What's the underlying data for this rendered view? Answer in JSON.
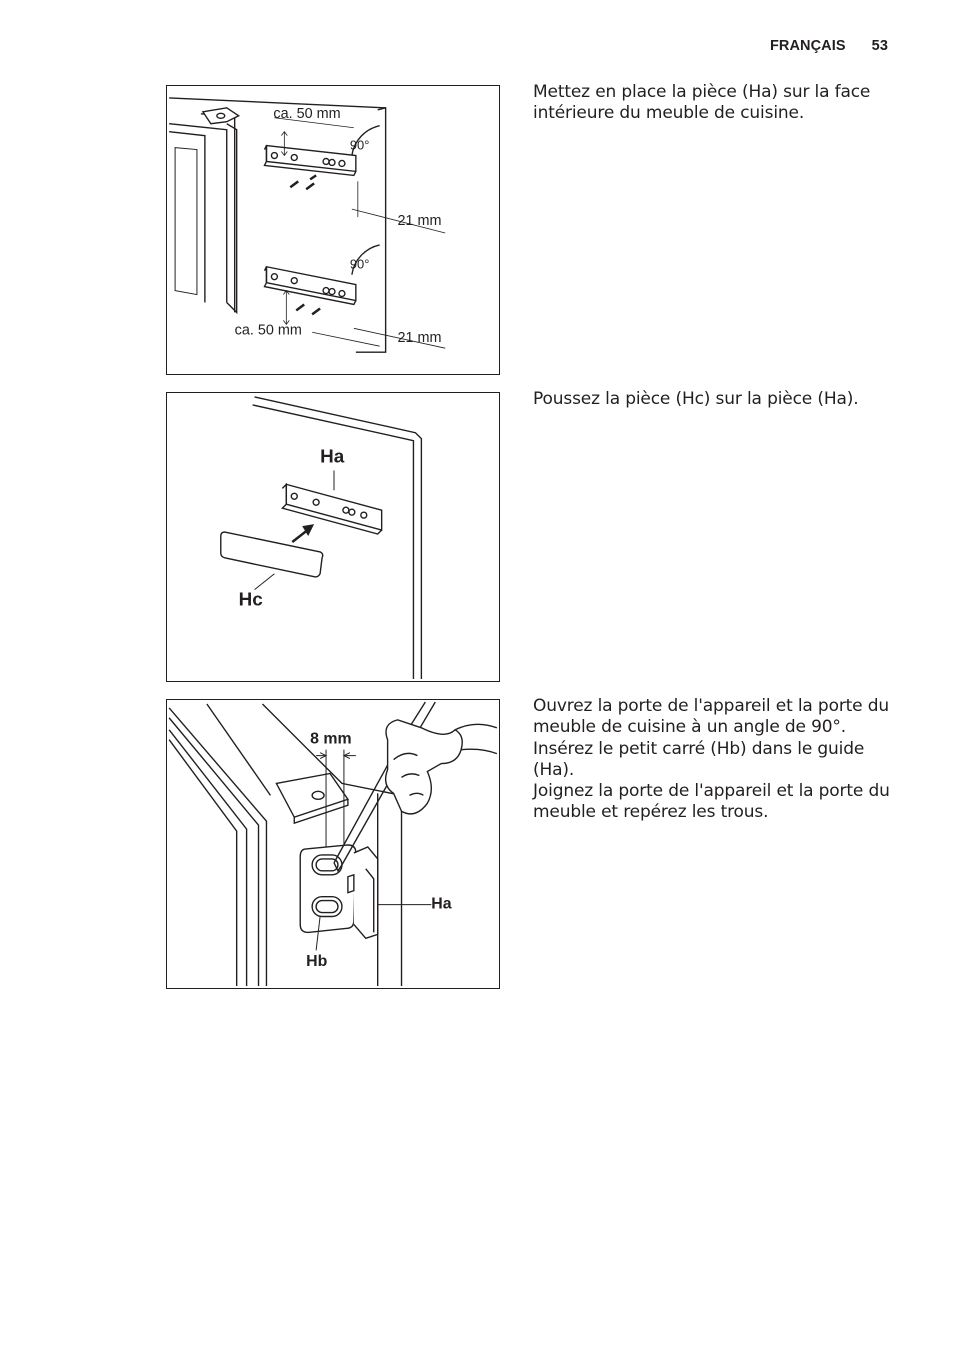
{
  "header": {
    "section": "FRANÇAIS",
    "page_number": "53"
  },
  "step1": {
    "text": "Mettez en place la pièce (Ha) sur la face intérieure du meuble de cuisine.",
    "labels": {
      "top_dim": "ca. 50 mm",
      "angle_top": "90°",
      "dim_top": "21 mm",
      "angle_bottom": "90°",
      "bottom_dim": "ca. 50 mm",
      "dim_bottom": "21 mm"
    }
  },
  "step2": {
    "text": "Poussez la pièce (Hc) sur la pièce (Ha).",
    "labels": {
      "ha": "Ha",
      "hc": "Hc"
    }
  },
  "step3": {
    "lines": [
      "Ouvrez la porte de l'appareil et la porte du meuble de cuisine à un angle de 90°.",
      "Insérez le petit carré (Hb) dans le guide (Ha).",
      "Joignez la porte de l'appareil et la porte du meuble et repérez les trous."
    ],
    "labels": {
      "gap": "8 mm",
      "ha": "Ha",
      "hb": "Hb"
    }
  }
}
